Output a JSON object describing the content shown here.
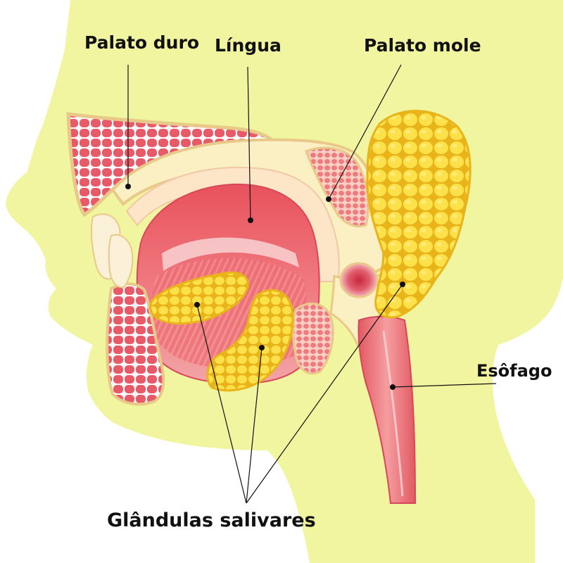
{
  "labels": {
    "hard_palate": "Palato duro",
    "tongue": "Língua",
    "soft_palate": "Palato mole",
    "esophagus": "Esôfago",
    "salivary_glands": "Glândulas salivares"
  },
  "colors": {
    "background": "#ffffff",
    "head": "#f2f59f",
    "tissue_cream": "#fbf0c4",
    "tissue_outline": "#e9c98a",
    "muscle_pink": "#ec6d72",
    "muscle_light": "#f7a9ab",
    "muscle_dark": "#cf3e4a",
    "bone_red": "#e85a68",
    "gland_yellow": "#fde14a",
    "gland_outline": "#e8b41a",
    "leader_line": "#111111"
  }
}
